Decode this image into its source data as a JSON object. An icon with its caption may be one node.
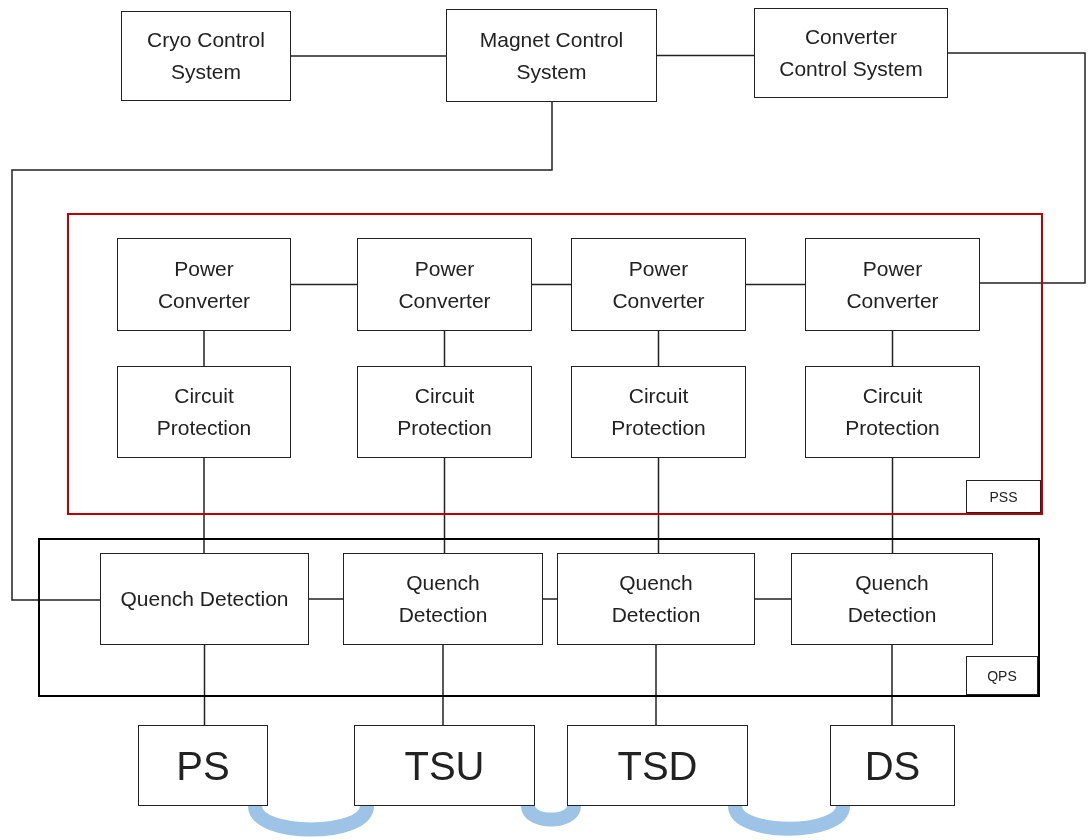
{
  "diagram": {
    "nodes": [
      {
        "text": [
          "Cryo Control System"
        ]
      },
      {
        "text": [
          "Magnet Control System"
        ]
      },
      {
        "text": [
          "Converter Control System"
        ]
      },
      {
        "text": [
          "PSS"
        ]
      },
      {
        "text": [
          "Power Converter"
        ],
        "in": 3
      },
      {
        "text": [
          "Power Converter"
        ],
        "in": 3
      },
      {
        "text": [
          "Power Converter"
        ],
        "in": 3
      },
      {
        "text": [
          "Power Converter"
        ],
        "in": 3
      },
      {
        "text": [
          "Circuit Protection"
        ],
        "in": 3
      },
      {
        "text": [
          "Circuit Protection"
        ],
        "in": 3
      },
      {
        "text": [
          "Circuit Protection"
        ],
        "in": 3
      },
      {
        "text": [
          "Circuit Protection"
        ],
        "in": 3
      },
      {
        "text": [
          "QPS"
        ]
      },
      {
        "text": [
          "Quench Detection"
        ],
        "in": 12
      },
      {
        "text": [
          "Quench Detection"
        ],
        "in": 12
      },
      {
        "text": [
          "Quench Detection"
        ],
        "in": 12
      },
      {
        "text": [
          "Quench Detection"
        ],
        "in": 12
      },
      {
        "text": [
          "PS"
        ]
      },
      {
        "text": [
          "TSU"
        ]
      },
      {
        "text": [
          "TSD"
        ]
      },
      {
        "text": [
          "DS"
        ]
      }
    ],
    "edges": [
      {
        "from": 0,
        "to": 1,
        "arrow": "none"
      },
      {
        "from": 1,
        "to": 2,
        "arrow": "none"
      },
      {
        "from": 2,
        "to": 7,
        "arrow": "none"
      },
      {
        "from": 1,
        "to": 13,
        "arrow": "none"
      },
      {
        "from": 4,
        "to": 5,
        "arrow": "none"
      },
      {
        "from": 5,
        "to": 6,
        "arrow": "none"
      },
      {
        "from": 6,
        "to": 7,
        "arrow": "none"
      },
      {
        "from": 4,
        "to": 8,
        "arrow": "none"
      },
      {
        "from": 5,
        "to": 9,
        "arrow": "none"
      },
      {
        "from": 6,
        "to": 10,
        "arrow": "none"
      },
      {
        "from": 7,
        "to": 11,
        "arrow": "none"
      },
      {
        "from": 8,
        "to": 13,
        "arrow": "none"
      },
      {
        "from": 9,
        "to": 14,
        "arrow": "none"
      },
      {
        "from": 10,
        "to": 15,
        "arrow": "none"
      },
      {
        "from": 11,
        "to": 16,
        "arrow": "none"
      },
      {
        "from": 13,
        "to": 14,
        "arrow": "none"
      },
      {
        "from": 14,
        "to": 15,
        "arrow": "none"
      },
      {
        "from": 15,
        "to": 16,
        "arrow": "none"
      },
      {
        "from": 13,
        "to": 17,
        "arrow": "none"
      },
      {
        "from": 14,
        "to": 18,
        "arrow": "none"
      },
      {
        "from": 15,
        "to": 19,
        "arrow": "none"
      },
      {
        "from": 16,
        "to": 20,
        "arrow": "none"
      },
      {
        "from": 17,
        "to": 18,
        "arrow": "none",
        "style": "thick",
        "color": "#9dc3e6"
      },
      {
        "from": 18,
        "to": 19,
        "arrow": "none",
        "style": "thick",
        "color": "#9dc3e6"
      },
      {
        "from": 19,
        "to": 20,
        "arrow": "none",
        "style": "thick",
        "color": "#9dc3e6"
      }
    ]
  }
}
